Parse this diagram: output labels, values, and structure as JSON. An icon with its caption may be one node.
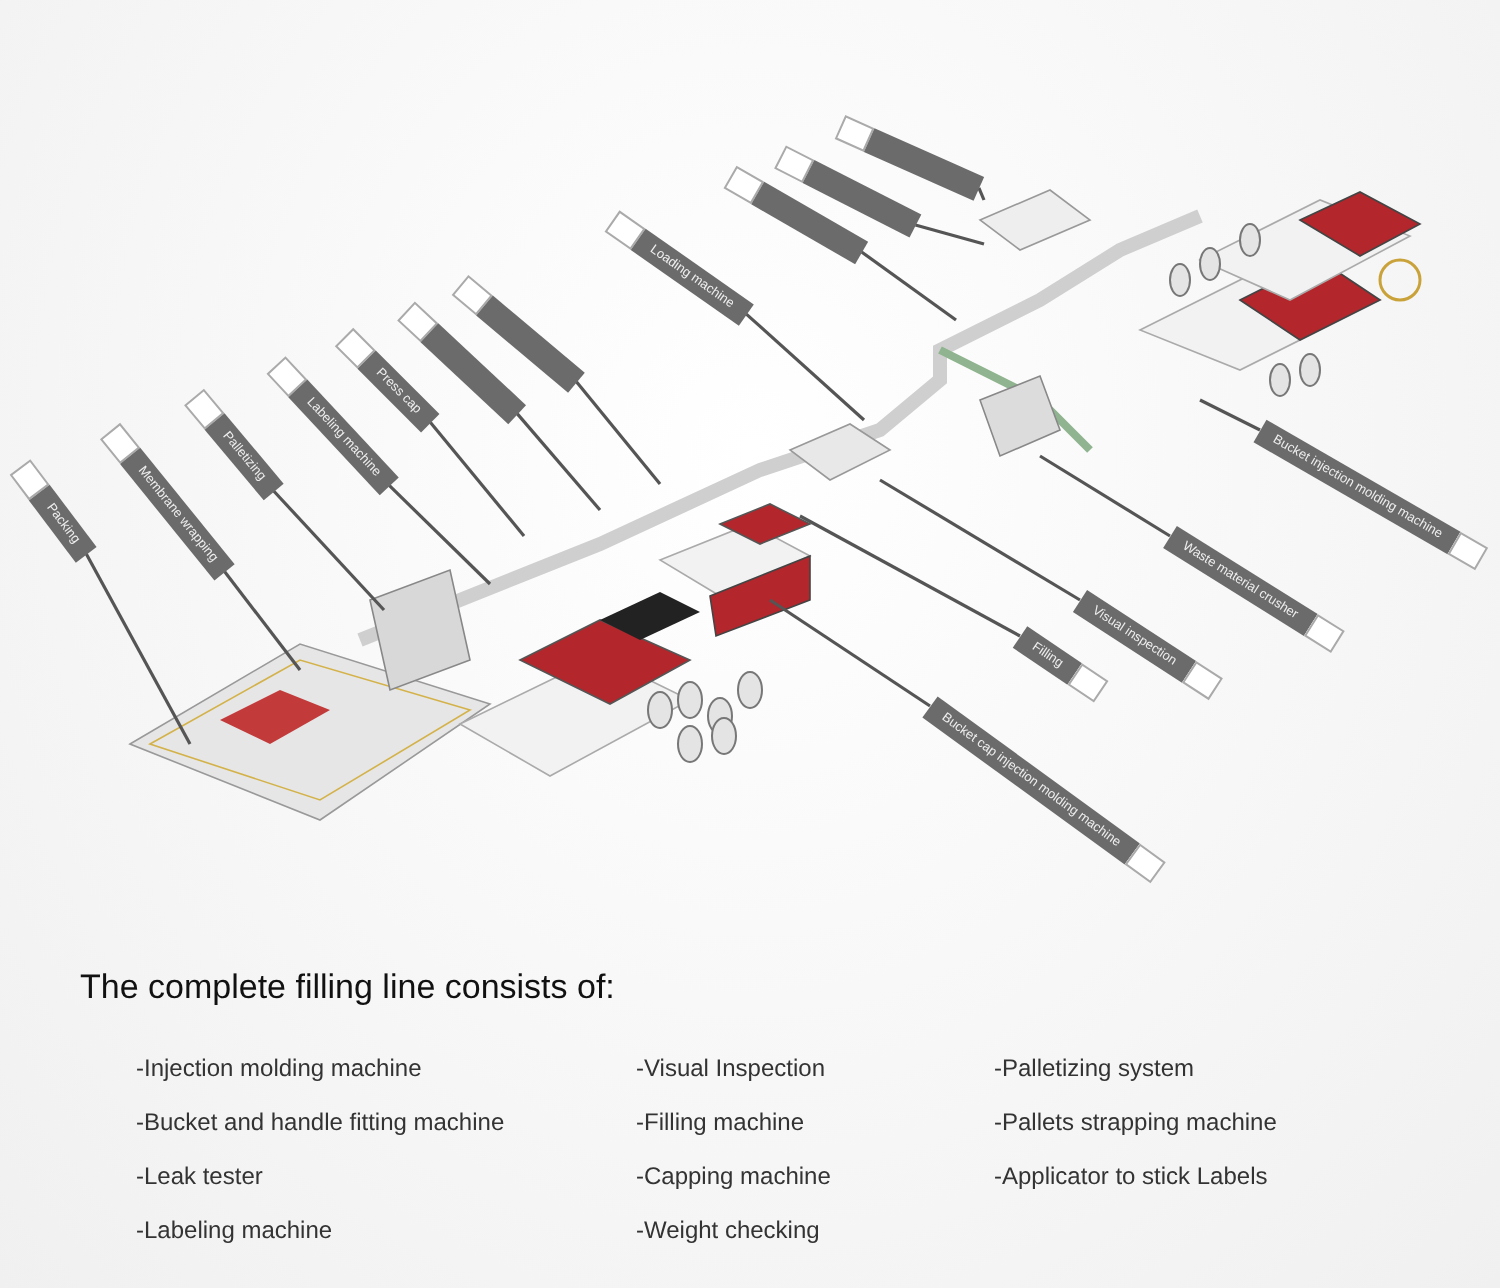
{
  "diagram": {
    "title": "The complete filling line consists of:",
    "nodes": [
      {
        "text": [
          "Packing"
        ]
      },
      {
        "text": [
          "Membrane wrapping"
        ]
      },
      {
        "text": [
          "Palletizing"
        ]
      },
      {
        "text": [
          "Labeling machine"
        ]
      },
      {
        "text": [
          "Press cap"
        ]
      },
      {
        "text": [],
        "shape": "flag"
      },
      {
        "text": [],
        "shape": "flag"
      },
      {
        "text": [
          "Loading machine"
        ]
      },
      {
        "text": [],
        "shape": "flag"
      },
      {
        "text": [],
        "shape": "flag"
      },
      {
        "text": [],
        "shape": "flag"
      },
      {
        "text": [
          "Bucket cap injection molding machine"
        ]
      },
      {
        "text": [
          "Filling"
        ]
      },
      {
        "text": [
          "Visual inspection"
        ]
      },
      {
        "text": [
          "Waste material crusher"
        ]
      },
      {
        "text": [
          "Bucket injection molding machine"
        ]
      }
    ],
    "edges": [
      {
        "from": 0,
        "to": null,
        "arrow": "none"
      },
      {
        "from": 1,
        "to": null,
        "arrow": "none"
      },
      {
        "from": 2,
        "to": null,
        "arrow": "none"
      },
      {
        "from": 3,
        "to": null,
        "arrow": "none"
      },
      {
        "from": 4,
        "to": null,
        "arrow": "none"
      },
      {
        "from": 5,
        "to": null,
        "arrow": "none"
      },
      {
        "from": 6,
        "to": null,
        "arrow": "none"
      },
      {
        "from": 7,
        "to": null,
        "arrow": "none"
      },
      {
        "from": 8,
        "to": null,
        "arrow": "none"
      },
      {
        "from": 9,
        "to": null,
        "arrow": "none"
      },
      {
        "from": 10,
        "to": null,
        "arrow": "none"
      },
      {
        "from": 11,
        "to": null,
        "arrow": "none"
      },
      {
        "from": 12,
        "to": null,
        "arrow": "none"
      },
      {
        "from": 13,
        "to": null,
        "arrow": "none"
      },
      {
        "from": 14,
        "to": null,
        "arrow": "none"
      },
      {
        "from": 15,
        "to": null,
        "arrow": "none"
      }
    ],
    "labels": [
      "-Injection molding machine",
      "-Bucket and handle fitting machine",
      "-Leak tester",
      "-Labeling machine",
      "-Visual Inspection",
      "-Filling machine",
      "-Capping machine",
      "-Weight checking",
      "-Palletizing system",
      "-Pallets strapping machine",
      "-Applicator to stick Labels"
    ]
  }
}
